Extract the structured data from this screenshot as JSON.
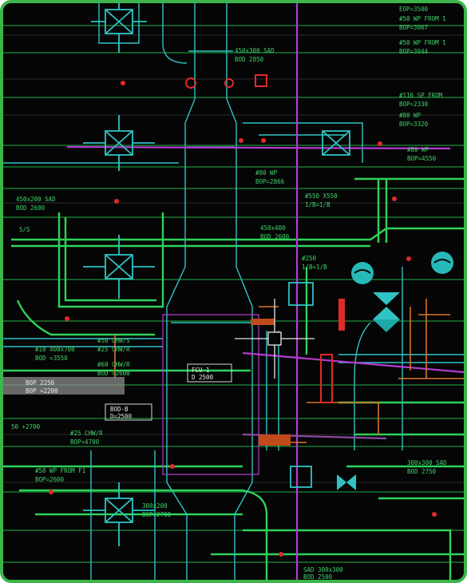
{
  "drawing": {
    "title": "",
    "colors": {
      "frame": "#3cb54a",
      "background": "#050505",
      "pipe_green": "#2fd15a",
      "pipe_green_dim": "#1e8f3b",
      "duct_cyan": "#2ec4c4",
      "magenta": "#b43cd2",
      "red": "#e02a2a",
      "orange": "#d9742a",
      "white": "#e8e8e8",
      "grey_highlight": "#8a8a8a"
    },
    "labels": {
      "top_right_1": "EOP=3500",
      "top_right_2": "#50 WP FROM 1",
      "top_right_3": "BOP=3067",
      "top_right_4": "#50 WP FROM 1",
      "top_right_5": "BOP=3044",
      "top_center_1": "450x300 SAD",
      "top_center_2": "BOD 2850",
      "right_mid_1": "#110 SP FROM",
      "right_mid_2": "BOP=2330",
      "right_mid_3": "#80 WP",
      "right_mid_4": "BOP=3320",
      "right_mid_5": "#80 WP",
      "right_mid_6": "BOP=4550",
      "center_1": "#80 WP",
      "center_2": "BOP=2866",
      "left_1": "450x200 SAD",
      "left_2": "BOD 2600",
      "left_3": "S/S",
      "center_3": "#550 X550",
      "center_4": "1/B=1/B",
      "center_5": "450x400",
      "center_6": "BOD 2600",
      "center_7": "#250",
      "center_8": "1/B=1/B",
      "left_4": "#50 CHW/S",
      "left_5": "#10 400x700",
      "left_6": "BOD =3550",
      "left_7": "#25 CHW/R",
      "left_8": "#60 CHW/R",
      "left_9": "BOD =2600",
      "center_box": "FCU-1",
      "center_box2": "D 2500",
      "grey_label_1": "BOP 2250",
      "grey_label_2": "BOP =2200",
      "box_left": "BOD-B",
      "box_left2": "D=2500",
      "left_10": "50 +2700",
      "left_11": "#25 CHW/R",
      "left_12": "BOP=4700",
      "right_low_1": "300x300 SAD",
      "right_low_2": "BOD 2750",
      "left_13": "#50 WP FROM F1",
      "left_14": "BOP=2600",
      "bottom_center_1": "300x200",
      "bottom_center_2": "BOP=2700",
      "bottom_right_1": "SAD 300x300",
      "bottom_right_2": "BOD 2500"
    }
  }
}
